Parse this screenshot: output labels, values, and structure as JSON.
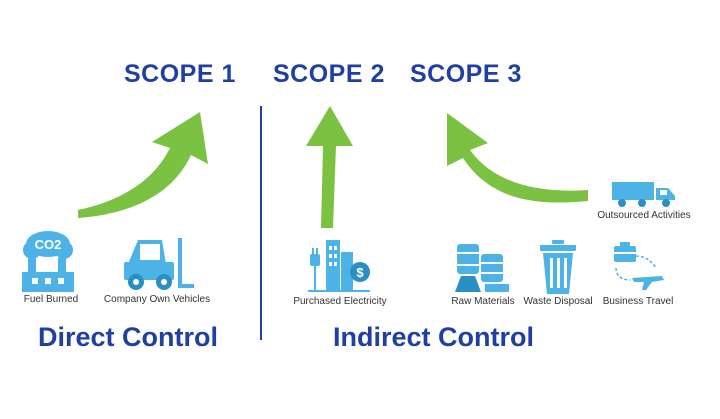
{
  "scopes": {
    "scope1": "SCOPE 1",
    "scope2": "SCOPE 2",
    "scope3": "SCOPE 3"
  },
  "controls": {
    "direct": "Direct Control",
    "indirect": "Indirect Control"
  },
  "icons": {
    "fuel_burned": {
      "label": "Fuel Burned",
      "badge": "CO2",
      "icon": "factory-co2-icon"
    },
    "company_vehicles": {
      "label": "Company Own Vehicles",
      "icon": "forklift-icon"
    },
    "purchased_electricity": {
      "label": "Purchased Electricity",
      "icon": "building-plug-icon"
    },
    "raw_materials": {
      "label": "Raw Materials",
      "icon": "barrels-icon"
    },
    "waste_disposal": {
      "label": "Waste Disposal",
      "icon": "trash-can-icon"
    },
    "business_travel": {
      "label": "Business Travel",
      "icon": "briefcase-plane-icon"
    },
    "outsourced_activities": {
      "label": "Outsourced Activities",
      "icon": "truck-icon"
    }
  },
  "colors": {
    "title_blue": "#1f3fa3",
    "arrow_green": "#7cc242",
    "icon_blue": "#4db3e6"
  }
}
